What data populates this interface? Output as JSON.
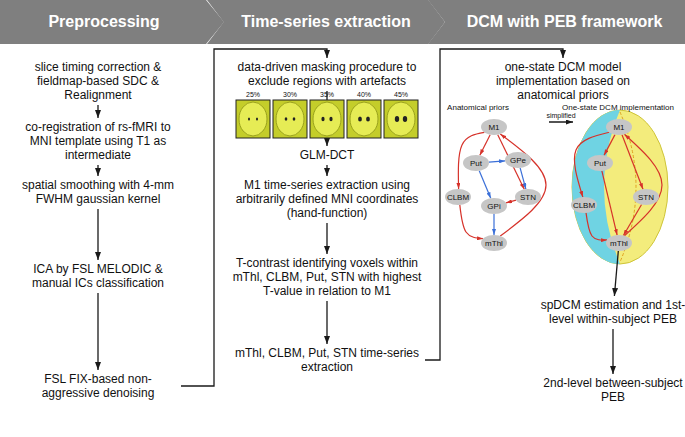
{
  "diagram": {
    "nodes": [
      {
        "text": [
          "Preprocessing"
        ]
      },
      {
        "text": [
          "Time-series extraction"
        ]
      },
      {
        "text": [
          "DCM with PEB framework"
        ]
      },
      {
        "text": [
          "slice timing correction & fieldmap-based SDC & Realignment"
        ]
      },
      {
        "text": [
          "co-registration of rs-fMRI to MNI template using T1 as intermediate"
        ]
      },
      {
        "text": [
          "spatial smoothing with 4-mm FWHM gaussian kernel"
        ]
      },
      {
        "text": [
          "ICA by FSL MELODIC & manual ICs classification"
        ]
      },
      {
        "text": [
          "FSL FIX-based non-aggressive denoising"
        ]
      },
      {
        "text": [
          "data-driven masking procedure to exclude regions with artefacts"
        ]
      },
      {
        "text": [
          "GLM-DCT"
        ]
      },
      {
        "text": [
          "M1 time-series extraction using arbitrarily defined MNI coordinates (hand-function)"
        ]
      },
      {
        "text": [
          "T-contrast identifying voxels within mThl, CLBM, Put, STN with highest T-value in relation to M1"
        ]
      },
      {
        "text": [
          "mThl, CLBM, Put, STN time-series extraction"
        ]
      },
      {
        "text": [
          "one-state DCM model implementation based on anatomical priors"
        ]
      },
      {
        "text": [
          "M1"
        ]
      },
      {
        "text": [
          "Put"
        ]
      },
      {
        "text": [
          "GPe"
        ]
      },
      {
        "text": [
          "CLBM"
        ]
      },
      {
        "text": [
          "STN"
        ]
      },
      {
        "text": [
          "GPi"
        ]
      },
      {
        "text": [
          "mThl"
        ]
      },
      {
        "text": [
          "M1"
        ]
      },
      {
        "text": [
          "Put"
        ]
      },
      {
        "text": [
          "CLBM"
        ]
      },
      {
        "text": [
          "STN"
        ]
      },
      {
        "text": [
          "mThl"
        ]
      },
      {
        "text": [
          "spDCM estimation and 1st-level within-subject PEB"
        ]
      },
      {
        "text": [
          "2nd-level between-subject PEB"
        ]
      }
    ],
    "edges": [
      {
        "from": 3,
        "to": 4,
        "arrow": "to"
      },
      {
        "from": 4,
        "to": 5,
        "arrow": "to"
      },
      {
        "from": 5,
        "to": 6,
        "arrow": "to"
      },
      {
        "from": 6,
        "to": 7,
        "arrow": "to"
      },
      {
        "from": 7,
        "to": 8,
        "arrow": "to"
      },
      {
        "from": 8,
        "to": 9,
        "arrow": "to"
      },
      {
        "from": 9,
        "to": 10,
        "arrow": "to"
      },
      {
        "from": 10,
        "to": 11,
        "arrow": "to"
      },
      {
        "from": 11,
        "to": 12,
        "arrow": "to"
      },
      {
        "from": 12,
        "to": 13,
        "arrow": "to"
      },
      {
        "from": 14,
        "to": 15,
        "arrow": "to"
      },
      {
        "from": 14,
        "to": 18,
        "arrow": "to"
      },
      {
        "from": 14,
        "to": 17,
        "arrow": "to"
      },
      {
        "from": 17,
        "to": 20,
        "arrow": "to"
      },
      {
        "from": 20,
        "to": 14,
        "arrow": "to"
      },
      {
        "from": 15,
        "to": 16,
        "arrow": "to"
      },
      {
        "from": 15,
        "to": 19,
        "arrow": "to"
      },
      {
        "from": 16,
        "to": 18,
        "arrow": "to"
      },
      {
        "from": 18,
        "to": 19,
        "arrow": "to"
      },
      {
        "from": 19,
        "to": 20,
        "arrow": "to"
      },
      {
        "from": 21,
        "to": 22,
        "arrow": "to"
      },
      {
        "from": 21,
        "to": 24,
        "arrow": "to"
      },
      {
        "from": 21,
        "to": 23,
        "arrow": "to"
      },
      {
        "from": 22,
        "to": 25,
        "arrow": "to"
      },
      {
        "from": 24,
        "to": 25,
        "arrow": "to"
      },
      {
        "from": 23,
        "to": 25,
        "arrow": "to"
      },
      {
        "from": 25,
        "to": 21,
        "arrow": "to"
      },
      {
        "from": 25,
        "to": 26,
        "arrow": "to"
      },
      {
        "from": 26,
        "to": 27,
        "arrow": "to"
      }
    ],
    "labels": [
      "25%",
      "30%",
      "35%",
      "40%",
      "45%",
      "Anatomical priors",
      "One-state DCM implementation",
      "simplified"
    ]
  }
}
